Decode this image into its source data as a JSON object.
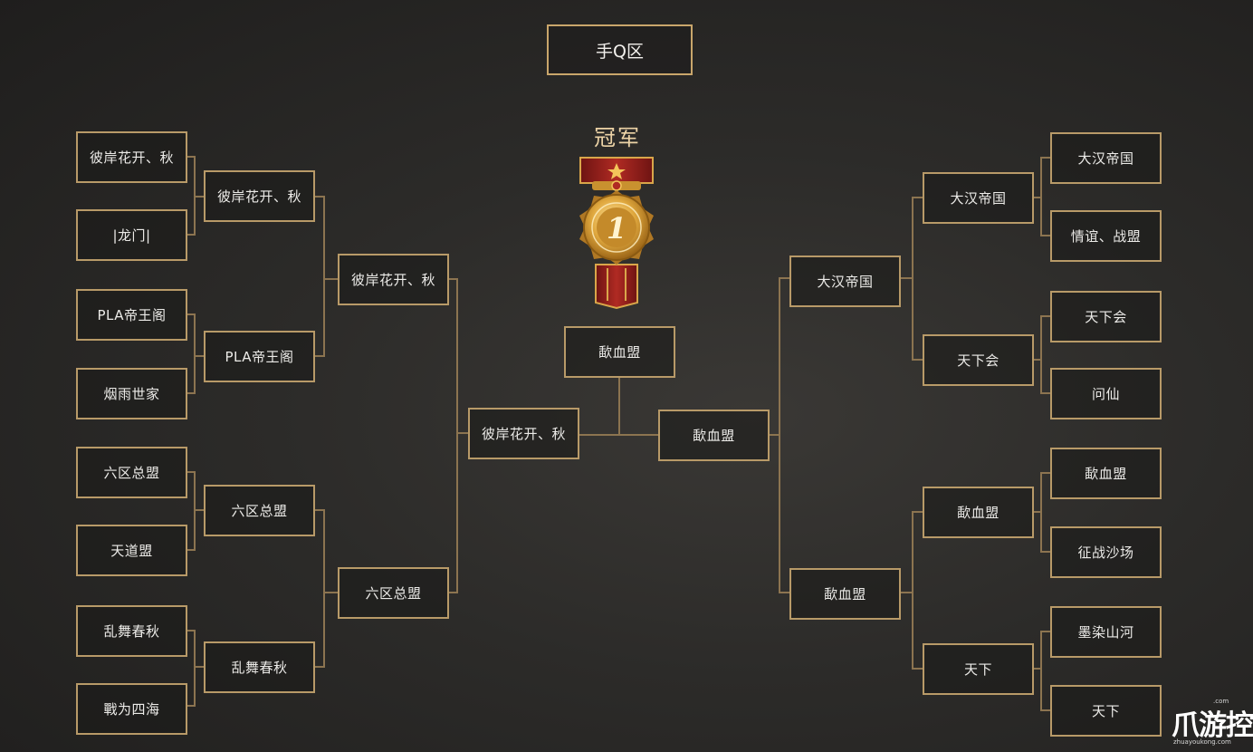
{
  "header": {
    "region": "手Q区"
  },
  "champion": {
    "label": "冠军",
    "medal_rank": "1",
    "team": "歃血盟"
  },
  "left": {
    "round1": [
      "彼岸花开、秋",
      "|龙门|",
      "PLA帝王阁",
      "烟雨世家",
      "六区总盟",
      "天道盟",
      "乱舞春秋",
      "戰为四海"
    ],
    "round2": [
      "彼岸花开、秋",
      "PLA帝王阁",
      "六区总盟",
      "乱舞春秋"
    ],
    "round3": [
      "彼岸花开、秋",
      "六区总盟"
    ],
    "final": "彼岸花开、秋"
  },
  "right": {
    "round1": [
      "大汉帝国",
      "情谊、战盟",
      "天下会",
      "问仙",
      "歃血盟",
      "征战沙场",
      "墨染山河",
      "天下"
    ],
    "round2": [
      "大汉帝国",
      "天下会",
      "歃血盟",
      "天下"
    ],
    "round3": [
      "大汉帝国",
      "歃血盟"
    ],
    "final": "歃血盟"
  },
  "colors": {
    "border": "#b89a68",
    "line": "#8c7450",
    "gold": "#d9a64a",
    "ribbon": "#8f1f1c"
  },
  "watermark": {
    "brand": "爪游控",
    "domain": "zhuayoukong.com",
    "tld": ".com"
  }
}
